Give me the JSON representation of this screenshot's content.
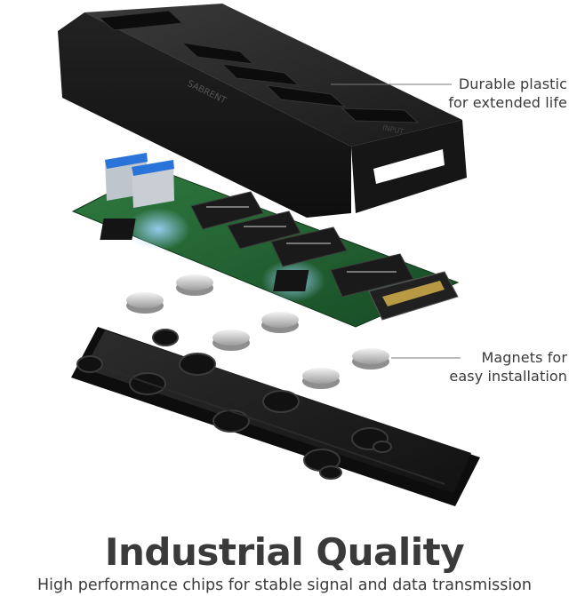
{
  "callouts": {
    "plastic": {
      "line1": "Durable plastic",
      "line2": "for extended life"
    },
    "magnets": {
      "line1": "Magnets for",
      "line2": "easy installation"
    }
  },
  "headline": "Industrial Quality",
  "subline": "High performance chips for stable signal and data transmission",
  "case_labels": {
    "brand": "SABRENT",
    "port": "INPUT"
  },
  "colors": {
    "case": "#1c1c1c",
    "case_edge": "#2e2e2e",
    "pcb": "#1f5a2e",
    "usb": "#2a73d9",
    "magnet": "#d8d8d8",
    "text": "#3a3a3a"
  }
}
